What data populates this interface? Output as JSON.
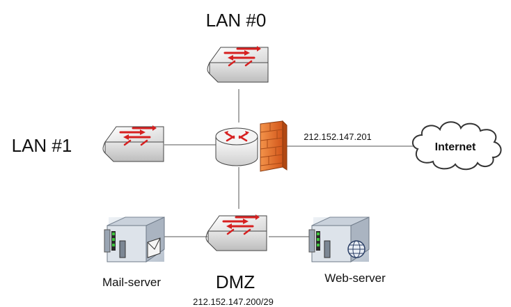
{
  "labels": {
    "lan0": "LAN #0",
    "lan1": "LAN #1",
    "dmz": "DMZ",
    "dmz_subnet": "212.152.147.200/29",
    "mail_server": "Mail-server",
    "web_server": "Web-server",
    "wan_ip": "212.152.147.201",
    "internet": "Internet"
  },
  "icons": {
    "switch": "network-switch-icon",
    "router": "router-icon",
    "firewall": "firewall-icon",
    "server": "server-icon",
    "cloud": "cloud-icon"
  },
  "colors": {
    "arrow": "#d62020",
    "firewall": "#e8702a",
    "device_body": "#eeeeee",
    "link": "#555555"
  }
}
